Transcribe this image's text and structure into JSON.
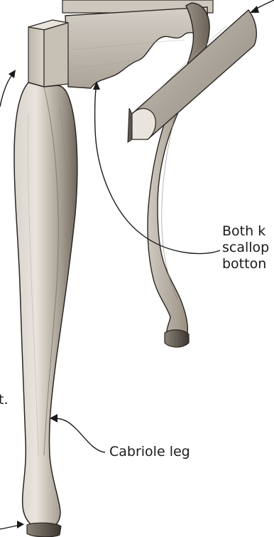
{
  "callouts": {
    "knee_lines": [
      "Both k",
      "scallop",
      "botton"
    ],
    "cabriole": "Cabriole leg",
    "fragment": "t."
  },
  "colors": {
    "wood_light": "#e6e2db",
    "wood_mid": "#b9b2a6",
    "wood_dark": "#5e574d",
    "stroke": "#2a2622",
    "text": "#1a1a1a"
  }
}
